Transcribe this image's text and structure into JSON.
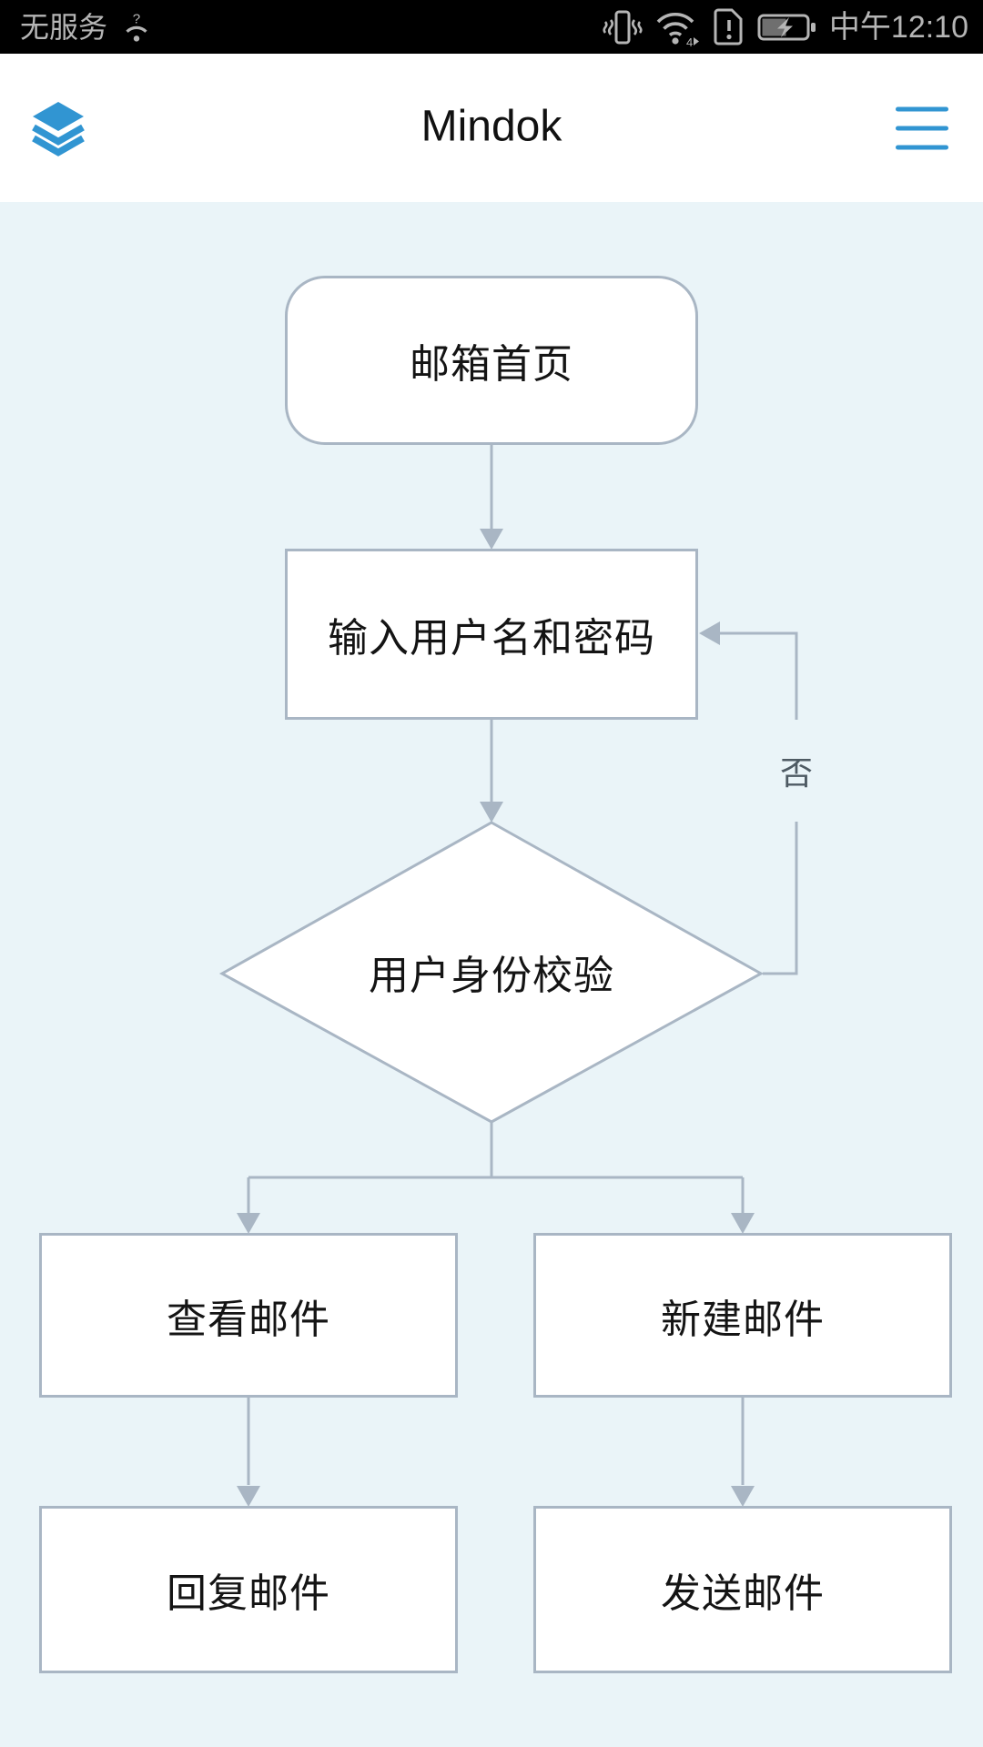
{
  "status_bar": {
    "carrier": "无服务",
    "time": "中午12:10",
    "icons": [
      "wifi-question-icon",
      "vibrate-icon",
      "wifi-icon",
      "sim-alert-icon",
      "battery-charging-icon"
    ]
  },
  "header": {
    "title": "Mindok",
    "left_icon": "layers-icon",
    "right_icon": "hamburger-menu-icon"
  },
  "flowchart": {
    "nodes": {
      "start": {
        "label": "邮箱首页",
        "type": "rounded-rect"
      },
      "input": {
        "label": "输入用户名和密码",
        "type": "rect"
      },
      "verify": {
        "label": "用户身份校验",
        "type": "diamond"
      },
      "view": {
        "label": "查看邮件",
        "type": "rect"
      },
      "create": {
        "label": "新建邮件",
        "type": "rect"
      },
      "reply": {
        "label": "回复邮件",
        "type": "rect"
      },
      "send": {
        "label": "发送邮件",
        "type": "rect"
      }
    },
    "edges": [
      {
        "from": "start",
        "to": "input",
        "label": ""
      },
      {
        "from": "input",
        "to": "verify",
        "label": ""
      },
      {
        "from": "verify",
        "to": "input",
        "label": "否"
      },
      {
        "from": "verify",
        "to": "view",
        "label": ""
      },
      {
        "from": "verify",
        "to": "create",
        "label": ""
      },
      {
        "from": "view",
        "to": "reply",
        "label": ""
      },
      {
        "from": "create",
        "to": "send",
        "label": ""
      }
    ]
  },
  "colors": {
    "accent_blue": "#3195d2",
    "line": "#a9b6c4",
    "node_fill": "#ffffff",
    "canvas_bg": "#eaf4f8",
    "status_bar_bg": "#000000",
    "status_text": "#b5b5b5",
    "node_text": "#141414",
    "edge_label_text": "#4e5a63"
  }
}
